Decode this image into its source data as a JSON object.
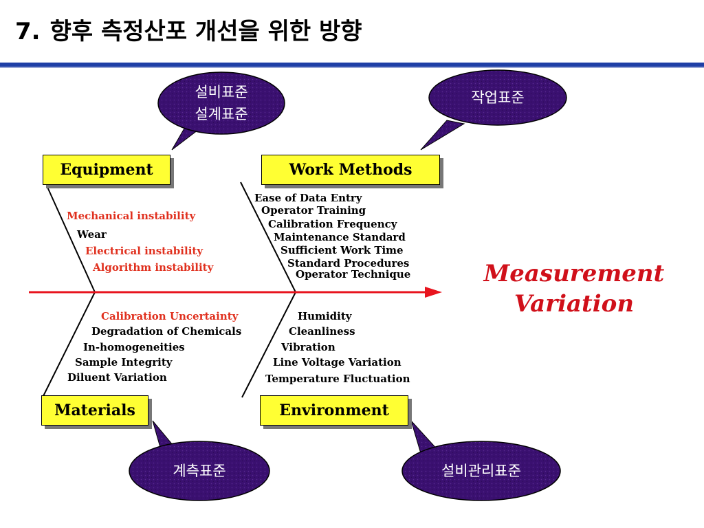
{
  "title": {
    "number": "7.",
    "text": "향후 측정산포 개선을 위한 방향"
  },
  "colors": {
    "rule": "#1f3fa6",
    "box": "#ffff33",
    "bubble": "#3a1070",
    "spine": "#e8141e",
    "red_text": "#e0301e",
    "effect": "#d0101a"
  },
  "categories": {
    "equipment": "Equipment",
    "work_methods": "Work Methods",
    "materials": "Materials",
    "environment": "Environment"
  },
  "effect": {
    "line1": "Measurement",
    "line2": "Variation"
  },
  "causes": {
    "equipment": [
      {
        "text": "Mechanical instability",
        "red": true
      },
      {
        "text": "Wear",
        "red": false
      },
      {
        "text": "Electrical instability",
        "red": true
      },
      {
        "text": "Algorithm instability",
        "red": true
      }
    ],
    "work_methods": [
      "Ease of Data Entry",
      "Operator Training",
      "Calibration Frequency",
      "Maintenance Standard",
      "Sufficient Work Time",
      "Standard Procedures",
      "Operator Technique"
    ],
    "materials": [
      {
        "text": "Calibration Uncertainty",
        "red": true
      },
      {
        "text": "Degradation of Chemicals",
        "red": false
      },
      {
        "text": "In-homogeneities",
        "red": false
      },
      {
        "text": "Sample Integrity",
        "red": false
      },
      {
        "text": "Diluent Variation",
        "red": false
      }
    ],
    "environment": [
      "Humidity",
      "Cleanliness",
      "Vibration",
      "Line Voltage Variation",
      "Temperature Fluctuation"
    ]
  },
  "bubbles": {
    "equipment": {
      "line1": "설비표준",
      "line2": "설계표준"
    },
    "work_methods": "작업표준",
    "materials": "계측표준",
    "environment": "설비관리표준"
  }
}
